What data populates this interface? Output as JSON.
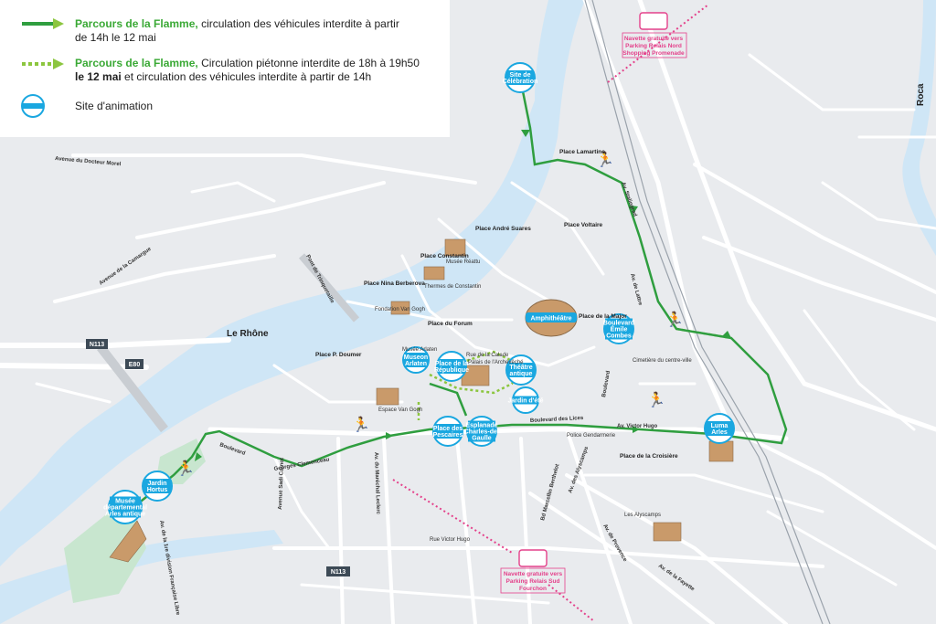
{
  "legend": {
    "item1_title": "Parcours de la Flamme,",
    "item1_text": " circulation des véhicules interdite à partir",
    "item1_text2": "de 14h le 12 mai",
    "item2_title": "Parcours de la Flamme,",
    "item2_text": " Circulation piétonne interdite de 18h à 19h50",
    "item2_bold": "le 12 mai",
    "item2_text2": " et circulation des véhicules interdite à partir de 14h",
    "item3_text": "Site d'animation"
  },
  "sites": [
    {
      "id": "celebration",
      "lines": [
        "Site de",
        "Célébration"
      ]
    },
    {
      "id": "amphitheatre",
      "lines": [
        "Amphithéâtre"
      ]
    },
    {
      "id": "emile-combes",
      "lines": [
        "Boulevard",
        "Émile",
        "Combes"
      ]
    },
    {
      "id": "museon",
      "lines": [
        "Museon",
        "Arlaten"
      ]
    },
    {
      "id": "republique",
      "lines": [
        "Place de la",
        "République"
      ]
    },
    {
      "id": "theatre",
      "lines": [
        "Théâtre",
        "antique"
      ]
    },
    {
      "id": "jardin-ete",
      "lines": [
        "Jardin d'été"
      ]
    },
    {
      "id": "pescaires",
      "lines": [
        "Place des",
        "Pescaires"
      ]
    },
    {
      "id": "esplanade",
      "lines": [
        "Esplanade",
        "Charles-de-",
        "Gaulle"
      ]
    },
    {
      "id": "luma",
      "lines": [
        "Luma",
        "Arles"
      ]
    },
    {
      "id": "hortus",
      "lines": [
        "Jardin",
        "Hortus"
      ]
    },
    {
      "id": "musee",
      "lines": [
        "Musée",
        "départemental",
        "Arles antique"
      ]
    }
  ],
  "shuttles": {
    "north": [
      "Navette gratuite vers",
      "Parking Relais Nord",
      "Shopping Promenade"
    ],
    "south": [
      "Navette gratuite vers",
      "Parking Relais Sud",
      "Fourchon"
    ]
  },
  "labels": {
    "rhone": "Le Rhône",
    "n113a": "N113",
    "e80": "E80",
    "n113b": "N113",
    "roca": "Roca",
    "pont": "Pont de Trinquetaille",
    "av_morel": "Avenue du Docteur Morel",
    "av_camargue": "Avenue de la Camargue",
    "georges_clemenceau": "Georges Clemenceau",
    "boulevard": "Boulevard",
    "bd_lices": "Boulevard des Lices",
    "av_victor_hugo": "Av. Victor Hugo",
    "av_alyscamps": "Av. des Alyscamps",
    "boulevard_v": "Boulevard",
    "av_1re_div": "Av. de la 1re division Française Libre",
    "av_lattre": "Av. de Lattre",
    "av_stalingrad": "Av. Stalingrad",
    "av_marechal_leclerc": "Av. du Maréchal Leclerc",
    "av_sadi_carnot": "Avenue Sadi Carnot",
    "bd_marcellin": "Bd Marcellin Berthelot",
    "av_provence": "Av. de Provence",
    "av_lafayette": "Av. de la Fayette",
    "r_victor_hugo": "Rue Victor Hugo",
    "place_lamartine": "Place Lamartine",
    "place_voltaire": "Place Voltaire",
    "place_andre_suares": "Place André Suares",
    "place_forum": "Place du Forum",
    "place_major": "Place de la Major",
    "place_doumer": "Place P. Doumer",
    "place_constantin": "Place Constantin",
    "place_nina": "Place Nina Berberova",
    "place_croisiere": "Place de la Croisière",
    "musee_reattu": "Musée Réattu",
    "thermes": "Thermes de Constantin",
    "fondation": "Fondation Van Gogh",
    "espace_vg": "Espace Van Gogh",
    "police": "Police Gendarmerie",
    "cimetiere": "Cimetière du centre-ville",
    "les_alyscamps": "Les Alyscamps",
    "palais": "Palais de l'Archevêché",
    "rue_calade": "Rue de la Calade",
    "musee_arlaten": "Musée Arlaten"
  },
  "colors": {
    "route": "#2f9e3f",
    "pedestrian": "#8cc63f",
    "site": "#1aa7e0",
    "river": "#cfe6f6",
    "road": "#ffffff",
    "pink": "#e4408a",
    "legend_title": "#3aa935"
  }
}
